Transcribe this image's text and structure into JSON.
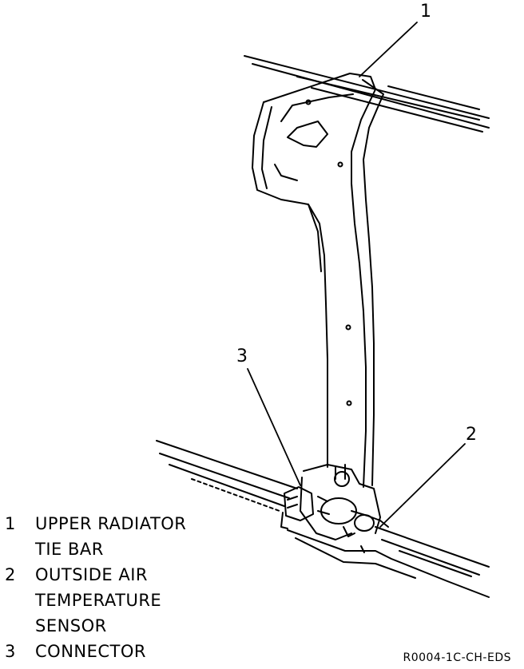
{
  "callouts": {
    "c1": "1",
    "c2": "2",
    "c3": "3"
  },
  "legend": [
    {
      "num": "1",
      "lines": [
        "UPPER RADIATOR",
        "TIE BAR"
      ]
    },
    {
      "num": "2",
      "lines": [
        "OUTSIDE AIR",
        "TEMPERATURE",
        "SENSOR"
      ]
    },
    {
      "num": "3",
      "lines": [
        "CONNECTOR"
      ]
    }
  ],
  "figure_code": "R0004-1C-CH-EDS"
}
